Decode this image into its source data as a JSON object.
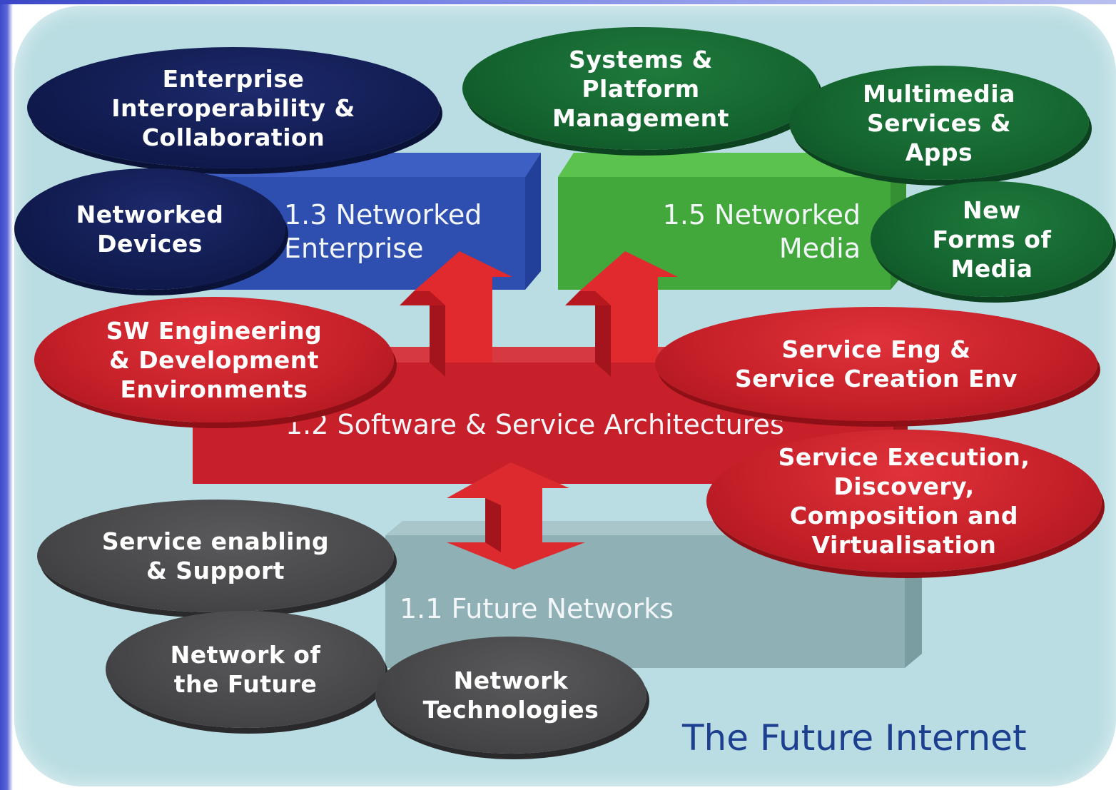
{
  "title": "The Future Internet",
  "layers": {
    "enterprise": "1.3 Networked\nEnterprise",
    "media": "1.5 Networked\nMedia",
    "software": "1.2 Software & Service Architectures",
    "networks": "1.1 Future Networks"
  },
  "topics": {
    "enterprise_interop": "Enterprise\nInteroperability &\nCollaboration",
    "networked_devices": "Networked\nDevices",
    "systems_platform": "Systems &\nPlatform\nManagement",
    "multimedia_services": "Multimedia\nServices &\nApps",
    "new_forms_media": "New\nForms of\nMedia",
    "sw_engineering": "SW Engineering\n& Development\nEnvironments",
    "service_eng": "Service Eng &\nService Creation Env",
    "service_execution": "Service Execution,\nDiscovery,\nComposition and\nVirtualisation",
    "service_enabling": "Service enabling\n& Support",
    "network_future": "Network of\nthe Future",
    "network_tech": "Network\nTechnologies"
  },
  "colors": {
    "enterprise_layer": "#2f4fb0",
    "media_layer": "#43a83c",
    "software_layer": "#c8202a",
    "networks_layer": "#8fb1b6",
    "navy_topic": "#101a4d",
    "green_topic": "#13612d",
    "red_topic": "#c41f28",
    "gray_topic": "#454547",
    "title": "#1c3f8f"
  }
}
